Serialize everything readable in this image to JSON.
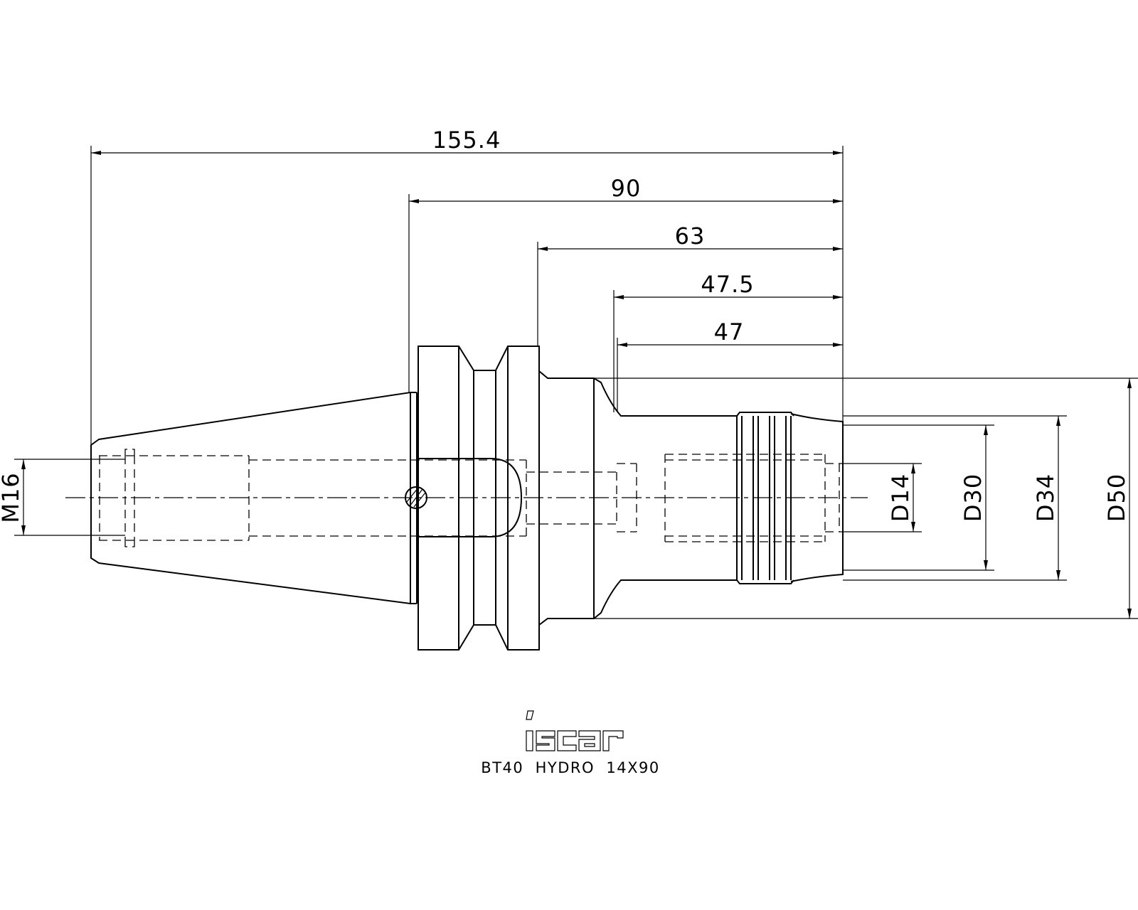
{
  "dimensions": {
    "overall_length": "155.4",
    "gauge_to_end": "90",
    "flange_to_end": "63",
    "neck_length": "47.5",
    "clamp_length": "47",
    "thread": "M16",
    "bore_diameter": "D14",
    "nose_diameter": "D30",
    "body_diameter": "D34",
    "collar_diameter": "D50"
  },
  "logo": {
    "text": "iscar"
  },
  "caption": {
    "product": "BT40  HYDRO  14X90"
  }
}
